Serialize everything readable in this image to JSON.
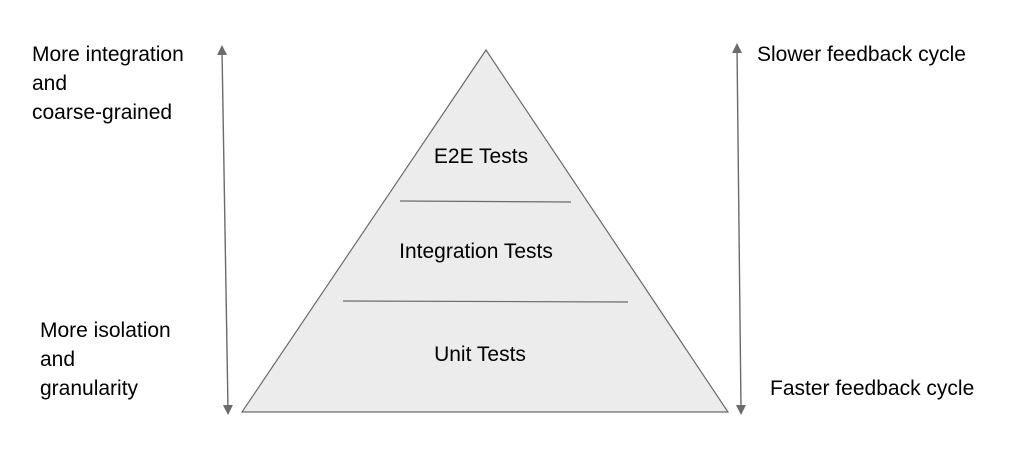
{
  "left_axis": {
    "top_label": [
      "More integration",
      "and",
      "coarse-grained"
    ],
    "bottom_label": [
      "More isolation",
      "and",
      "granularity"
    ]
  },
  "right_axis": {
    "top_label": "Slower feedback cycle",
    "bottom_label": "Faster feedback cycle"
  },
  "pyramid": {
    "layers": [
      {
        "label": "E2E Tests"
      },
      {
        "label": "Integration Tests"
      },
      {
        "label": "Unit Tests"
      }
    ]
  },
  "colors": {
    "fill": "#ececec",
    "stroke": "#6b6b6b",
    "arrow": "#6b6b6b",
    "text": "#000000"
  }
}
